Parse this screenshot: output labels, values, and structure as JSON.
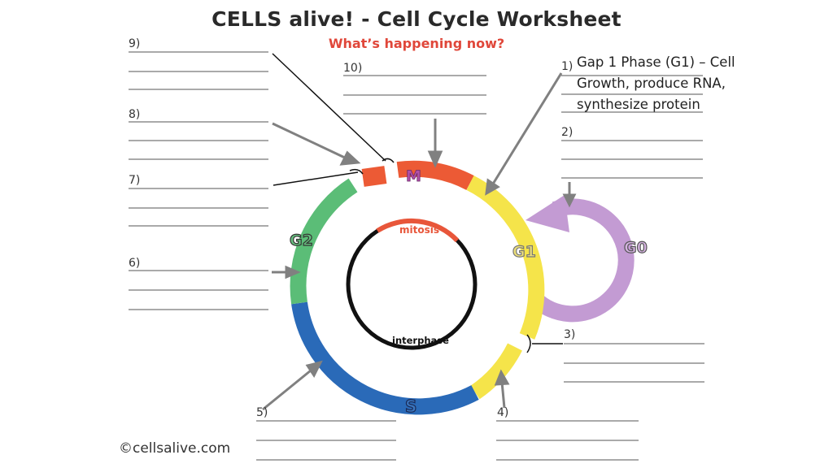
{
  "title": "CELLS alive! - Cell Cycle Worksheet",
  "subtitle": "What’s happening now?",
  "labels": {
    "n1": "1)",
    "n2": "2)",
    "n3": "3)",
    "n4": "4)",
    "n5": "5)",
    "n6": "6)",
    "n7": "7)",
    "n8": "8)",
    "n9": "9)",
    "n10": "10)"
  },
  "answer_1": "Gap 1 Phase (G1) – Cell Growth, produce RNA, synthesize protein",
  "phases": {
    "m": "M",
    "g1": "G1",
    "g2": "G2",
    "s": "S",
    "g0": "G0"
  },
  "inner": {
    "mitosis": "mitosis",
    "interphase": "interphase"
  },
  "credit": "©cellsalive.com",
  "colors": {
    "m": "#ec5a35",
    "g1": "#f5e44a",
    "s": "#2a6ab8",
    "g2": "#5bbd77",
    "g0": "#c39bd3",
    "arrow": "#808080",
    "mitosis_arc": "#e8563a"
  }
}
